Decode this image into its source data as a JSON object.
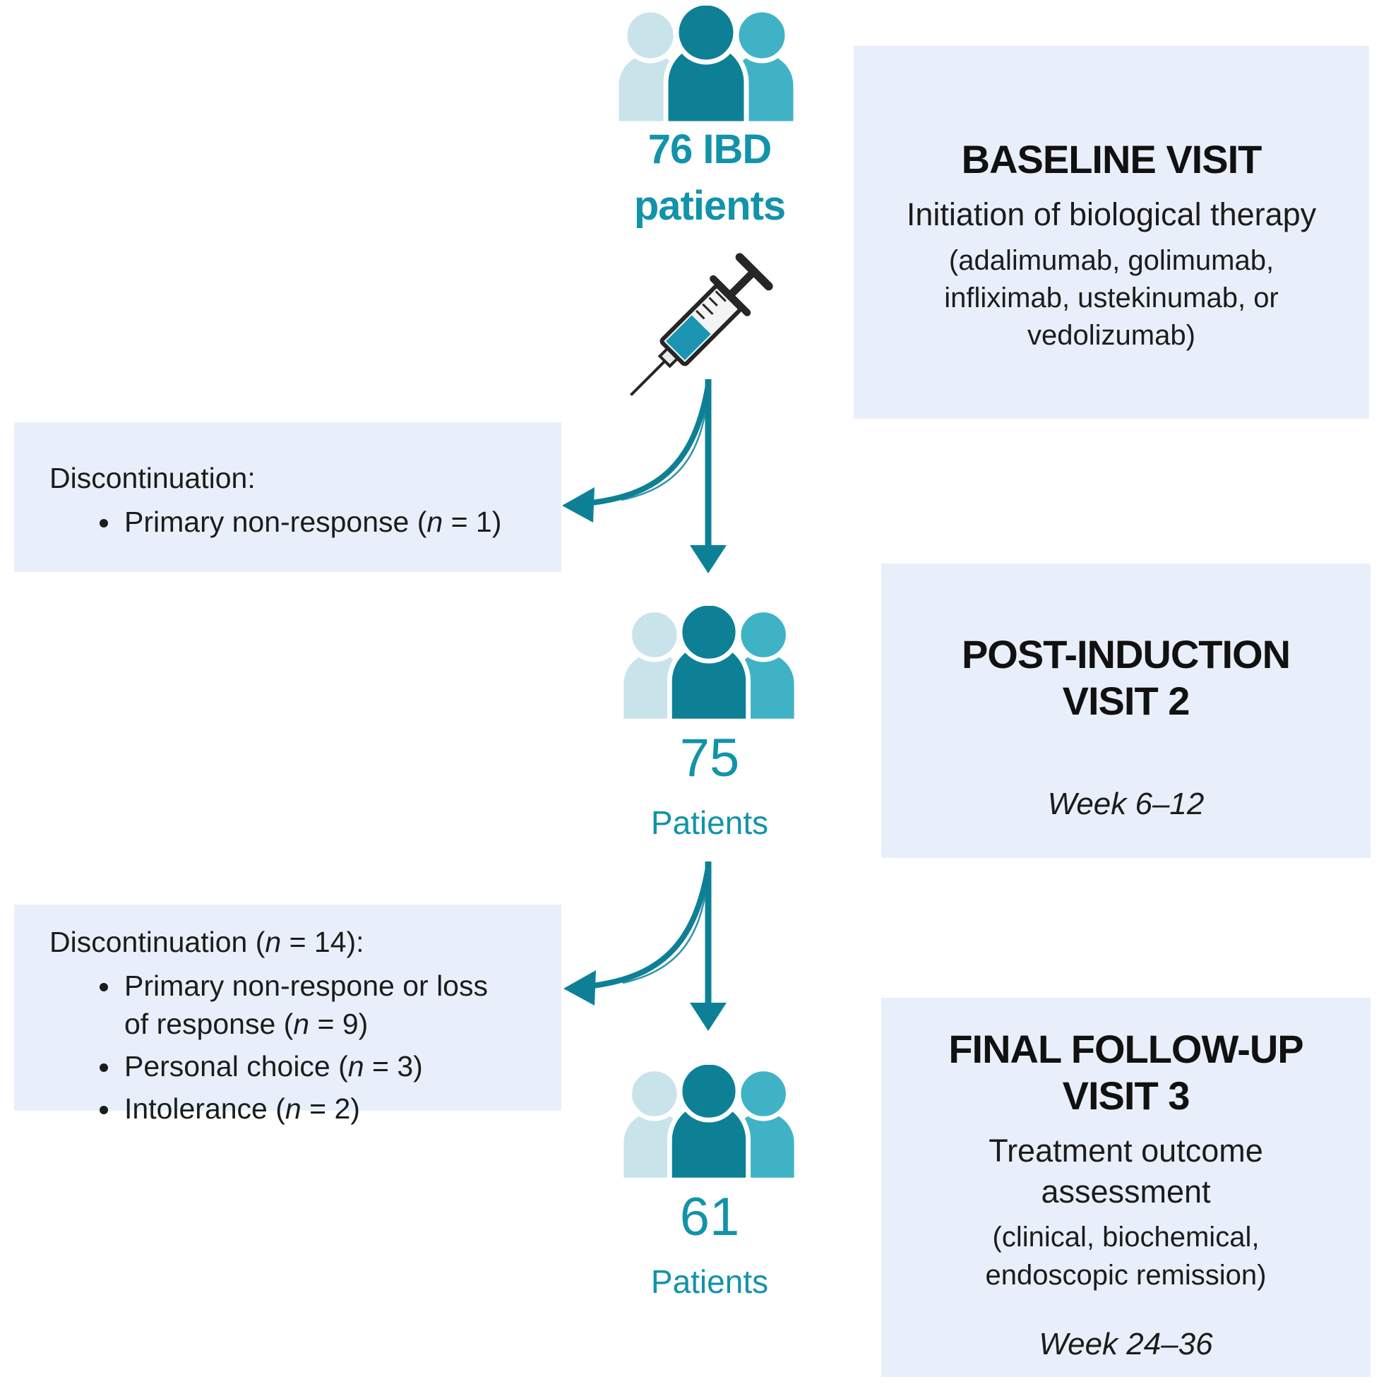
{
  "colors": {
    "teal_dark": "#0e8096",
    "teal_mid": "#3fb3c5",
    "teal_light": "#c9e3ea",
    "teal_text": "#1293aa",
    "panel_bg": "#e9effa",
    "ink": "#1c1c1c"
  },
  "start": {
    "line1": "76 IBD",
    "line2": "patients"
  },
  "visits": {
    "baseline": {
      "title": "BASELINE VISIT",
      "subtitle": "Initiation of biological therapy",
      "details": [
        "(adalimumab, golimumab,",
        "infliximab, ustekinumab, or",
        "vedolizumab)"
      ]
    },
    "post_induction": {
      "title_line1": "POST-INDUCTION",
      "title_line2": "VISIT 2",
      "week": "Week 6–12"
    },
    "final": {
      "title_line1": "FINAL FOLLOW-UP",
      "title_line2": "VISIT 3",
      "subtitle_line1": "Treatment outcome",
      "subtitle_line2": "assessment",
      "details": [
        "(clinical, biochemical,",
        "endoscopic remission)"
      ],
      "week": "Week 24–36"
    }
  },
  "cohorts": {
    "post_induction": {
      "count": "75",
      "label": "Patients"
    },
    "final": {
      "count": "61",
      "label": "Patients"
    }
  },
  "discontinuation1": {
    "heading_pre": "Discontinuation:",
    "heading_n": "",
    "heading_post": "",
    "bullets": [
      {
        "pre": "Primary non-response (",
        "n": "n",
        "post": " = 1)"
      }
    ]
  },
  "discontinuation2": {
    "heading_pre": "Discontinuation (",
    "heading_n": "n",
    "heading_post": " = 14):",
    "bullets": [
      {
        "pre": "Primary non-respone or loss of response (",
        "n": "n",
        "post": " = 9)"
      },
      {
        "pre": "Personal choice (",
        "n": "n",
        "post": " = 3)"
      },
      {
        "pre": "Intolerance (",
        "n": "n",
        "post": " = 2)"
      }
    ]
  }
}
